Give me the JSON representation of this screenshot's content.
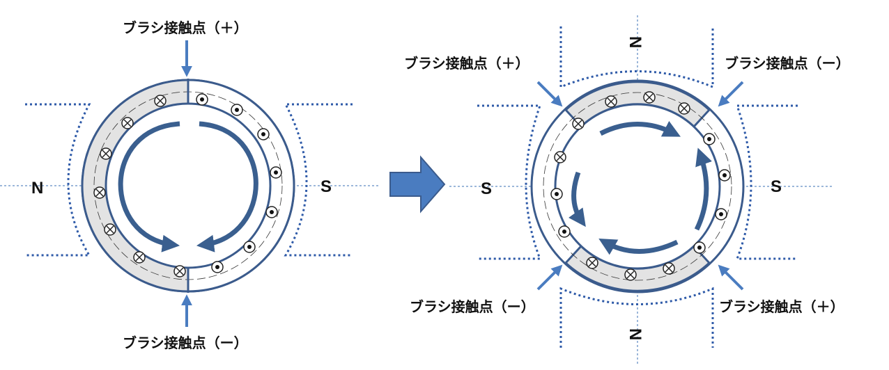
{
  "colors": {
    "stroke": "#3b5b8c",
    "arrow_blue": "#4a7cc0",
    "current": "#3a5f8f",
    "dotted": "#2e5aa8",
    "gray_fill": "#e3e3e3"
  },
  "left": {
    "label_top": "ブラシ接触点（＋）",
    "label_bottom": "ブラシ接触点（ー）",
    "pole_left": "N",
    "pole_right": "S"
  },
  "right": {
    "label_tl": "ブラシ接触点（＋）",
    "label_tr": "ブラシ接触点（ー）",
    "label_bl": "ブラシ接触点（ー）",
    "label_br": "ブラシ接触点（＋）",
    "pole_top": "N",
    "pole_bottom": "N",
    "pole_left": "S",
    "pole_right": "S"
  },
  "transition_arrow": "right-block-arrow"
}
